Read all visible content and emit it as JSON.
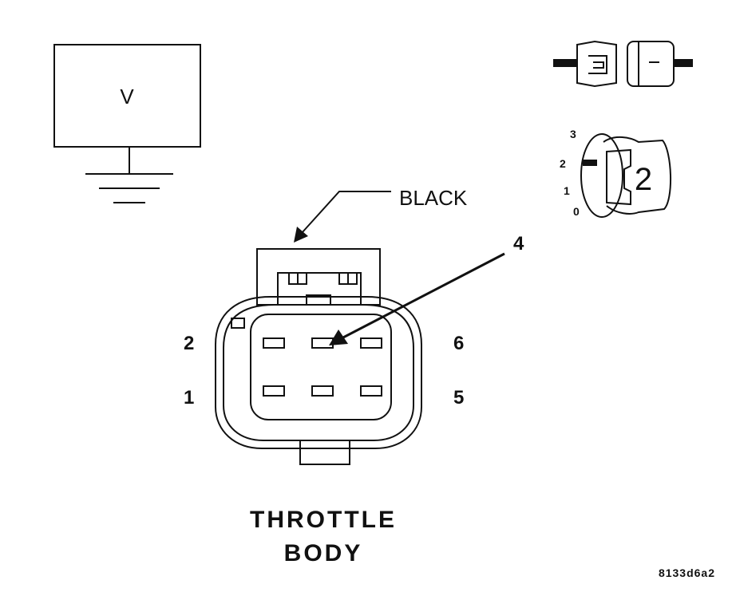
{
  "meter": {
    "symbol": "V"
  },
  "connector": {
    "color_label": "BLACK",
    "probe_pin": "4",
    "pin_labels": {
      "top_left": "2",
      "bottom_left": "1",
      "top_right": "6",
      "bottom_right": "5"
    },
    "name_line1": "THROTTLE",
    "name_line2": "BODY"
  },
  "key_switch": {
    "positions": [
      "3",
      "2",
      "1",
      "0"
    ],
    "selected": "2"
  },
  "figure_code": "8133d6a2"
}
